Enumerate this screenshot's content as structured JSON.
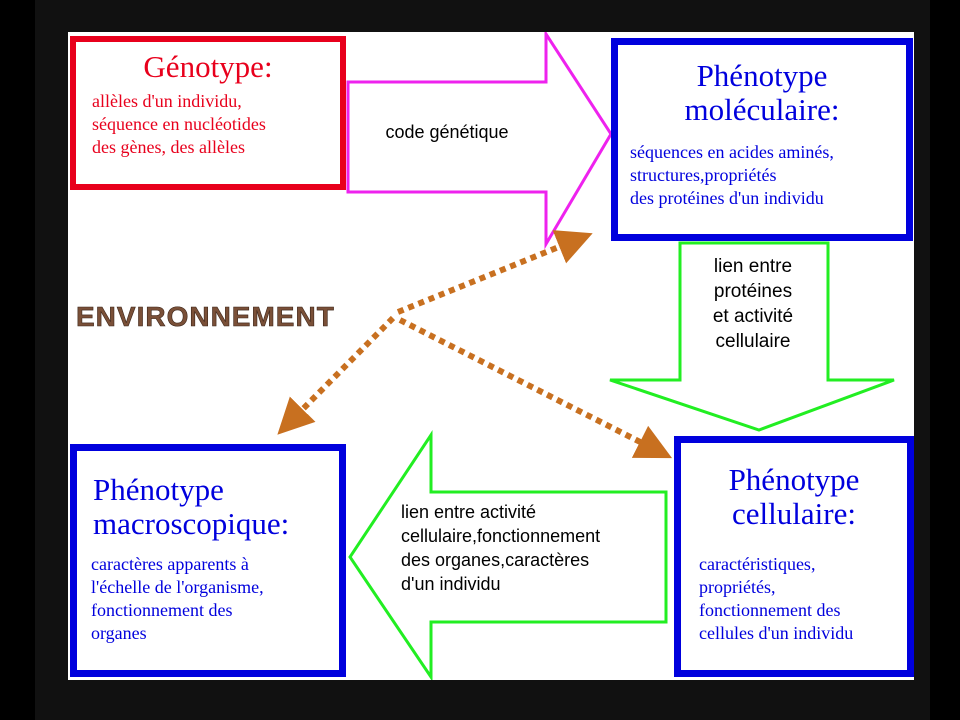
{
  "colors": {
    "genotype": "#e8001c",
    "phenotype": "#0000dd",
    "arrow_code": "#ee22ee",
    "arrow_link": "#22ee22",
    "environment": "#c87020"
  },
  "genotype": {
    "title": "Génotype:",
    "lines": [
      "allèles d'un individu,",
      "séquence en nucléotides",
      "des gènes, des allèles"
    ]
  },
  "phenotype_moleculaire": {
    "title_lines": [
      "Phénotype",
      "moléculaire:"
    ],
    "lines": [
      "séquences en acides aminés,",
      "structures,propriétés",
      "des protéines d'un individu"
    ]
  },
  "phenotype_cellulaire": {
    "title_lines": [
      "Phénotype",
      "cellulaire:"
    ],
    "lines": [
      "caractéristiques,",
      "propriétés,",
      "fonctionnement des",
      "cellules d'un individu"
    ]
  },
  "phenotype_macroscopique": {
    "title_lines": [
      "Phénotype",
      "macroscopique:"
    ],
    "lines": [
      "caractères apparents à",
      "l'échelle de l'organisme,",
      "fonctionnement des",
      "organes"
    ]
  },
  "arrows": {
    "code_genetique": [
      "code génétique"
    ],
    "proteines_cellule": [
      "lien entre",
      "protéines",
      "et activité",
      "cellulaire"
    ],
    "cellule_organisme": [
      "lien entre activité",
      "cellulaire,fonctionnement",
      "des organes,caractères",
      "d'un individu"
    ]
  },
  "environment": {
    "label": "ENVIRONNEMENT"
  }
}
